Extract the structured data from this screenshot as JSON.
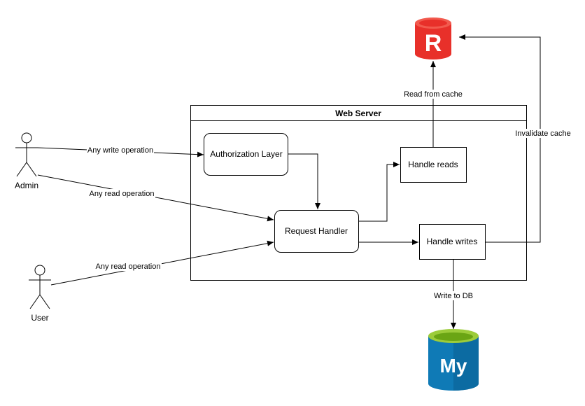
{
  "diagram": {
    "container": {
      "title": "Web Server"
    },
    "actors": {
      "admin": "Admin",
      "user": "User"
    },
    "nodes": {
      "auth": "Authorization Layer",
      "request_handler": "Request Handler",
      "handle_reads": "Handle reads",
      "handle_writes": "Handle writes"
    },
    "edges": {
      "admin_write": "Any write operation",
      "admin_read": "Any read operation",
      "user_read": "Any read operation",
      "read_cache": "Read from cache",
      "invalidate_cache": "Invalidate cache",
      "write_db": "Write to DB"
    },
    "icons": {
      "redis": {
        "name": "redis-icon",
        "glyph": "R",
        "color": "#e8302a"
      },
      "mysql": {
        "name": "mysql-icon",
        "glyph": "My",
        "color": "#0f7ab6",
        "accent": "#7fba00"
      }
    }
  }
}
